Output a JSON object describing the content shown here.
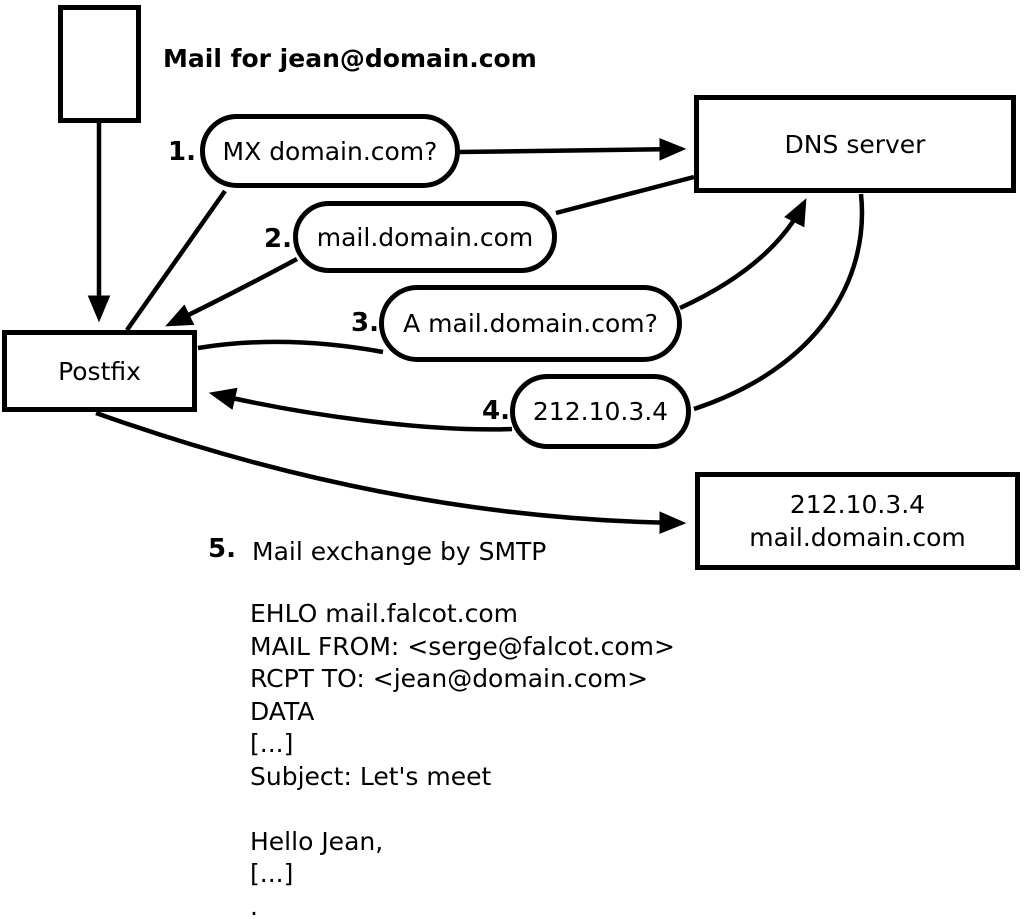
{
  "diagram": {
    "title": "Mail for jean@domain.com",
    "nodes": {
      "postfix": {
        "label": "Postfix"
      },
      "dns": {
        "label": "DNS server"
      },
      "mailserver": {
        "line1": "212.10.3.4",
        "line2": "mail.domain.com"
      }
    },
    "steps": [
      {
        "number": "1.",
        "label": "MX domain.com?"
      },
      {
        "number": "2.",
        "label": "mail.domain.com"
      },
      {
        "number": "3.",
        "label": "A mail.domain.com?"
      },
      {
        "number": "4.",
        "label": "212.10.3.4"
      },
      {
        "number": "5.",
        "label": "Mail exchange by SMTP"
      }
    ],
    "smtp_session": {
      "lines": [
        "EHLO mail.falcot.com",
        "MAIL FROM: <serge@falcot.com>",
        "RCPT TO: <jean@domain.com>",
        "DATA",
        "[...]",
        "Subject: Let's meet",
        "",
        "Hello Jean,",
        "[...]",
        "."
      ]
    },
    "colors": {
      "stroke": "#000000",
      "background": "#ffffff"
    }
  }
}
